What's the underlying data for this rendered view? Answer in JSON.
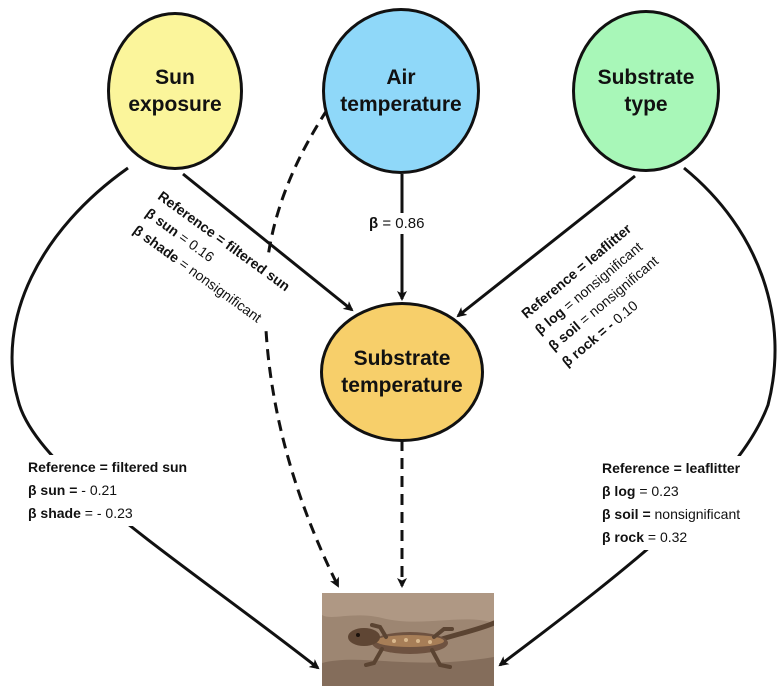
{
  "nodes": {
    "sun": {
      "label": "Sun\nexposure",
      "color": "#fbf59b"
    },
    "air": {
      "label": "Air\ntemperature",
      "color": "#8fd8f9"
    },
    "substrate_type": {
      "label": "Substrate\ntype",
      "color": "#a8f7b8"
    },
    "substrate_temp": {
      "label": "Substrate\ntemperature",
      "color": "#f7cf6a"
    }
  },
  "effects": {
    "air_to_substrate": {
      "beta": "β",
      "text": " = 0.86"
    },
    "sun_to_substrate": {
      "l1": "Reference = filtered sun",
      "l2b": "β sun",
      "l2": " = 0.16",
      "l3b": "β shade",
      "l3": " = nonsignificant"
    },
    "type_to_substrate": {
      "l1": "Reference = leaflitter",
      "l2b": "β log",
      "l2": " = nonsignificant",
      "l3b": "β soil",
      "l3": " = nonsignificant",
      "l4b": "β rock = -",
      "l4": " 0.10"
    },
    "sun_to_lizard": {
      "l1": "Reference = filtered sun",
      "l2b": "β sun =",
      "l2": " - 0.21",
      "l3b": "β shade",
      "l3": " = - 0.23"
    },
    "type_to_lizard": {
      "l1": "Reference = leaflitter",
      "l2b": "β log",
      "l2": " = 0.23",
      "l3b": "β soil =",
      "l3": " nonsignificant",
      "l4b": "β rock",
      "l4": " = 0.32"
    }
  },
  "image": {
    "subject": "lizard-photo"
  }
}
